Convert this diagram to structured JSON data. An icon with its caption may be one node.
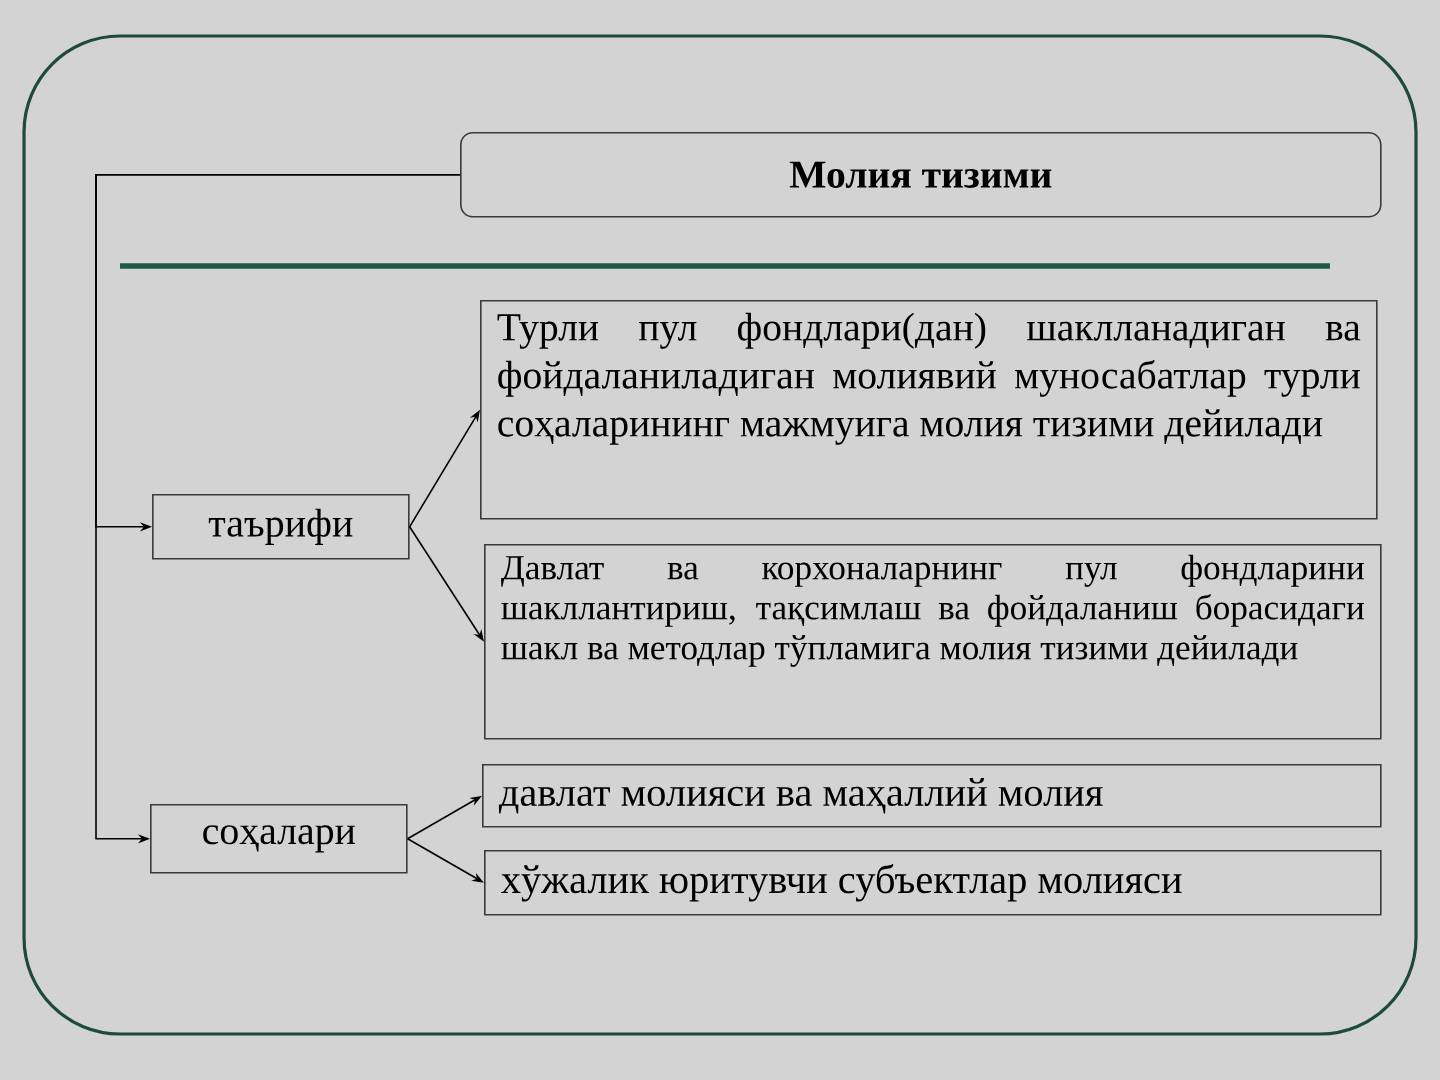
{
  "diagram": {
    "nodes": [
      {
        "text": [
          "Молия тизими"
        ]
      },
      {
        "text": [
          "таърифи"
        ]
      },
      {
        "text": [
          "Турли пул фондлари(дан) шаклланадиган ва фойдаланиладиган молиявий муносабатлар турли соҳаларининг мажмуига молия тизими дейилади"
        ]
      },
      {
        "text": [
          "Давлат ва корхоналарнинг пул фондларини шакллантириш, тақсимлаш ва фойдаланиш борасидаги шакл ва методлар тўпламига молия тизими дейилади"
        ]
      },
      {
        "text": [
          "соҳалари"
        ]
      },
      {
        "text": [
          "давлат молияси ва маҳаллий молия"
        ]
      },
      {
        "text": [
          "хўжалик юритувчи субъектлар молияси"
        ]
      }
    ],
    "edges": [
      {
        "from": 0,
        "to": 1,
        "arrow": "to"
      },
      {
        "from": 0,
        "to": 4,
        "arrow": "to"
      },
      {
        "from": 1,
        "to": 2,
        "arrow": "to"
      },
      {
        "from": 1,
        "to": 3,
        "arrow": "to"
      },
      {
        "from": 4,
        "to": 5,
        "arrow": "to"
      },
      {
        "from": 4,
        "to": 6,
        "arrow": "to"
      }
    ]
  }
}
